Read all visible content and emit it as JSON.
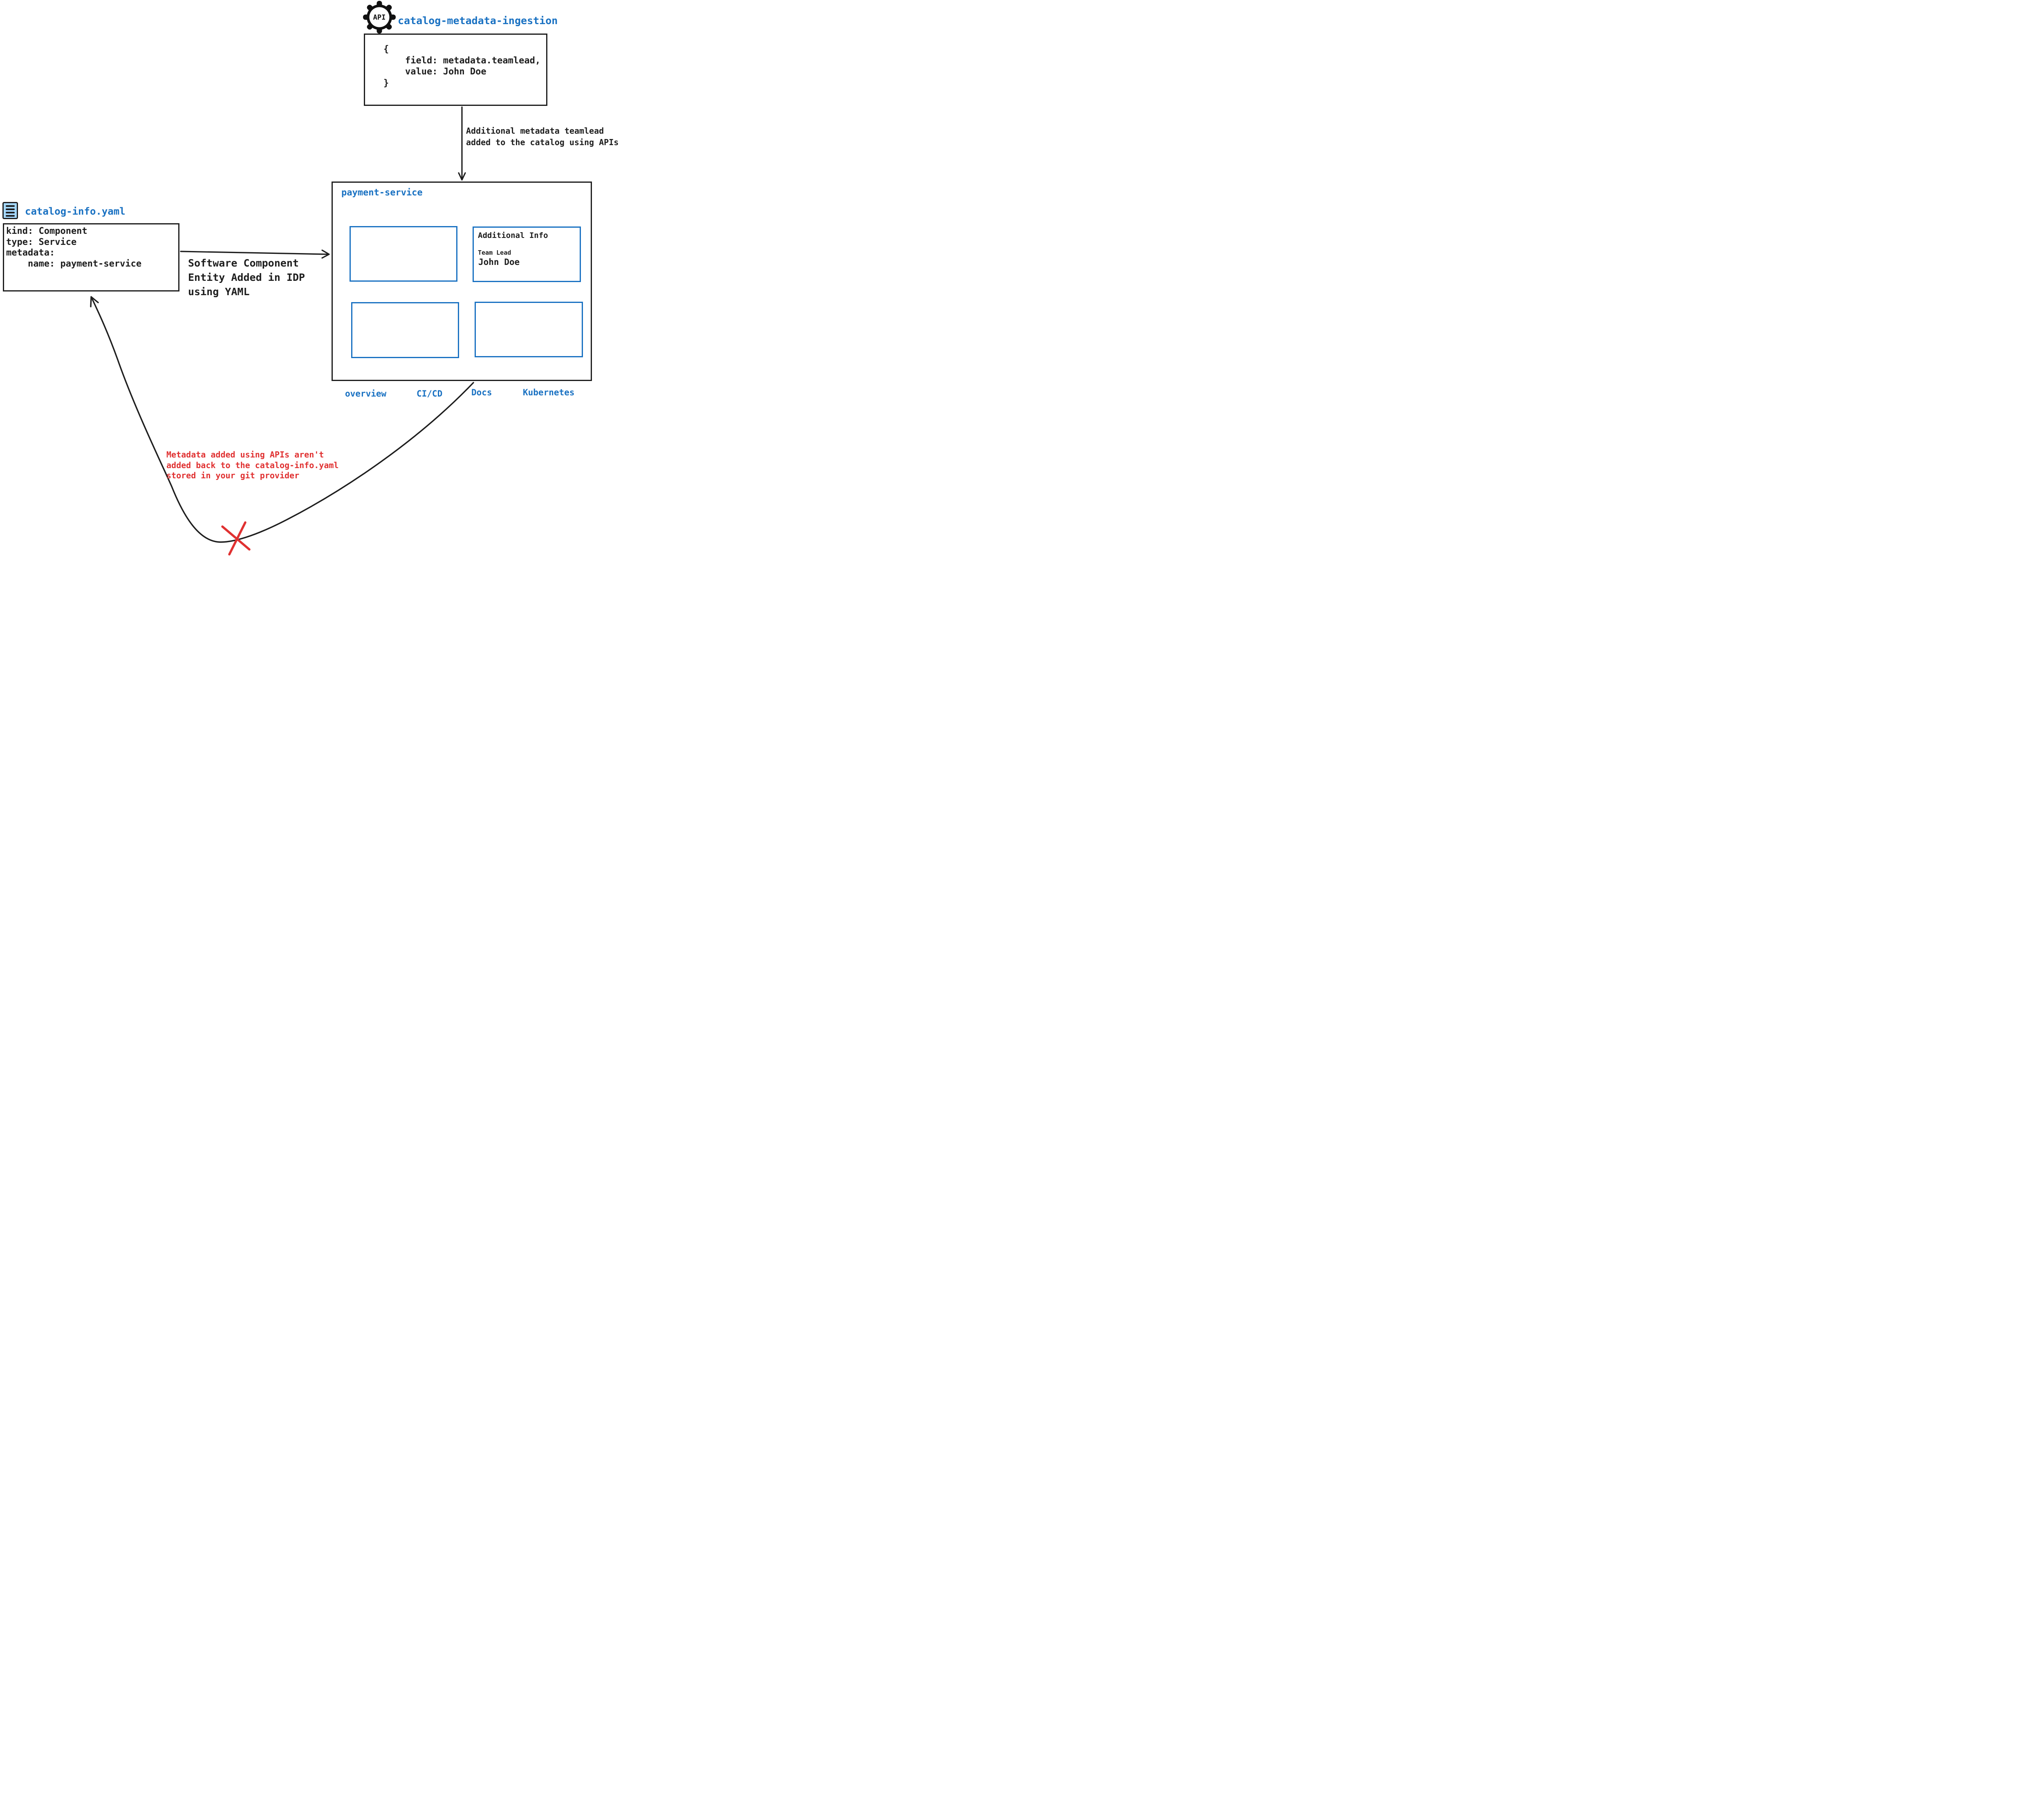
{
  "colors": {
    "ink": "#1e1e1e",
    "accent_blue": "#1971c2",
    "icon_fill": "#a5d8ff",
    "warning_red": "#e03131"
  },
  "api_ingestion": {
    "icon_label": "API",
    "title": "catalog-metadata-ingestion",
    "code": "{\n    field: metadata.teamlead,\n    value: John Doe\n}"
  },
  "api_arrow_label": "Additional metadata teamlead\nadded to the catalog using APIs",
  "payment_service": {
    "title": "payment-service",
    "tabs": [
      "overview",
      "CI/CD",
      "Docs",
      "Kubernetes"
    ],
    "additional_info": {
      "heading": "Additional Info",
      "field_label": "Team Lead",
      "field_value": "John Doe"
    }
  },
  "catalog_file": {
    "filename": "catalog-info.yaml",
    "yaml": "kind: Component\ntype: Service\nmetadata:\n    name: payment-service"
  },
  "yaml_arrow_label": "Software Component\nEntity Added in IDP\nusing YAML",
  "feedback_warning": "Metadata added using APIs aren't\nadded back to the catalog-info.yaml\nstored in your git provider"
}
